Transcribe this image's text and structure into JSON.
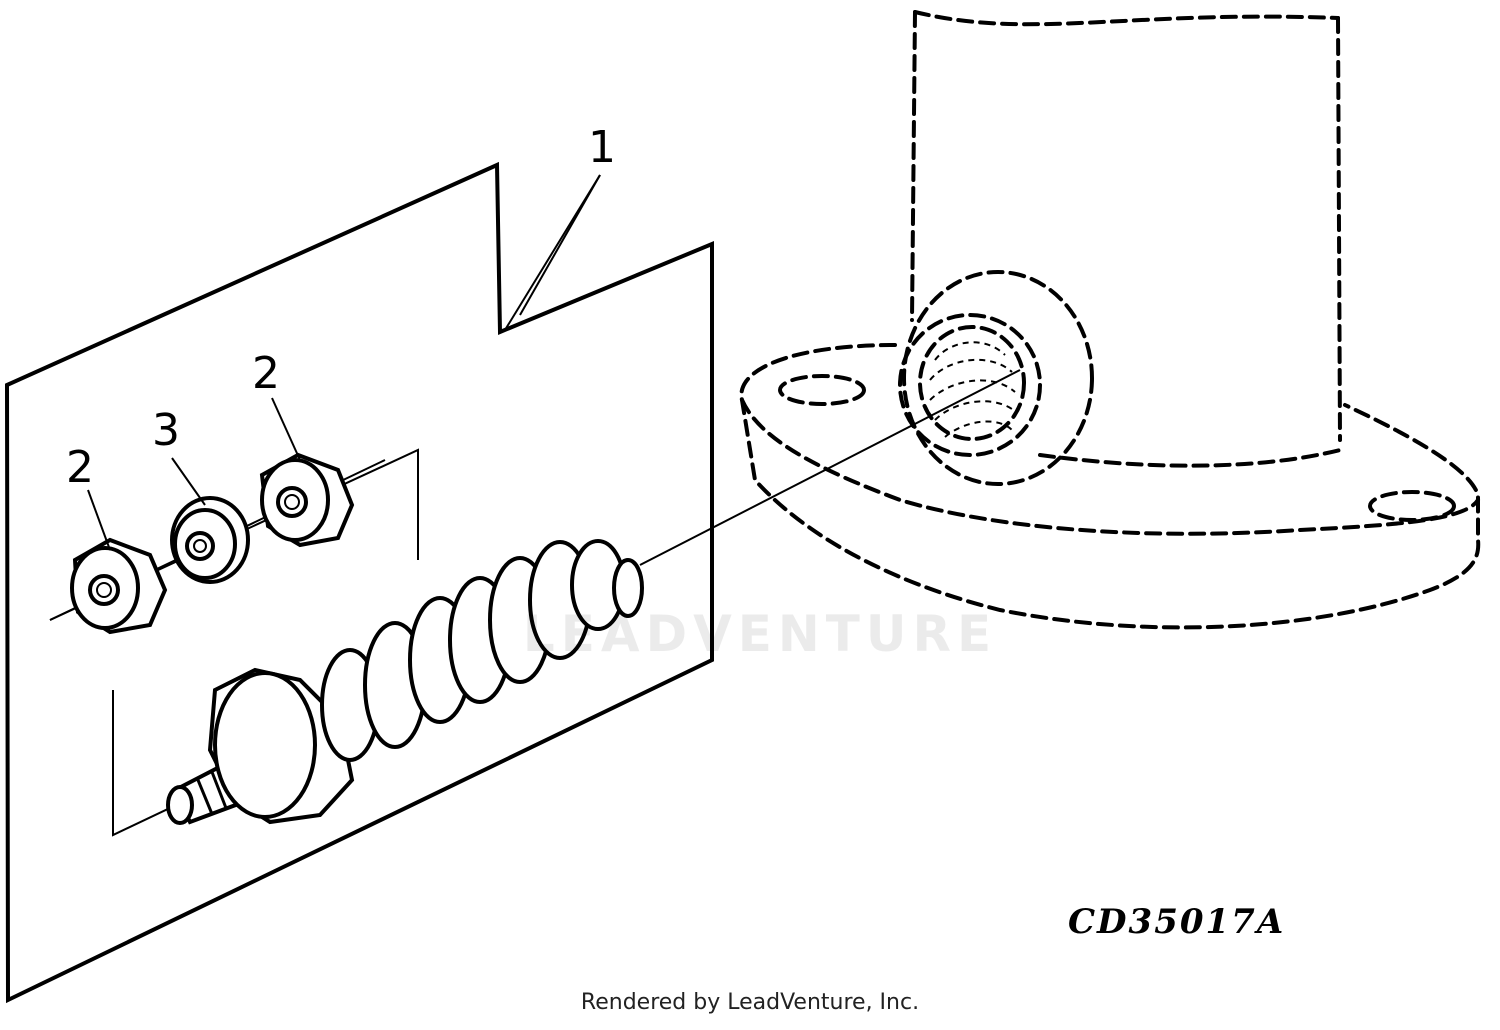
{
  "callouts": {
    "item1": "1",
    "item2_left": "2",
    "item3": "3",
    "item2_right": "2"
  },
  "reference_code": "CD35017A",
  "credit": "Rendered by LeadVenture, Inc.",
  "watermark": "LEADVENTURE"
}
